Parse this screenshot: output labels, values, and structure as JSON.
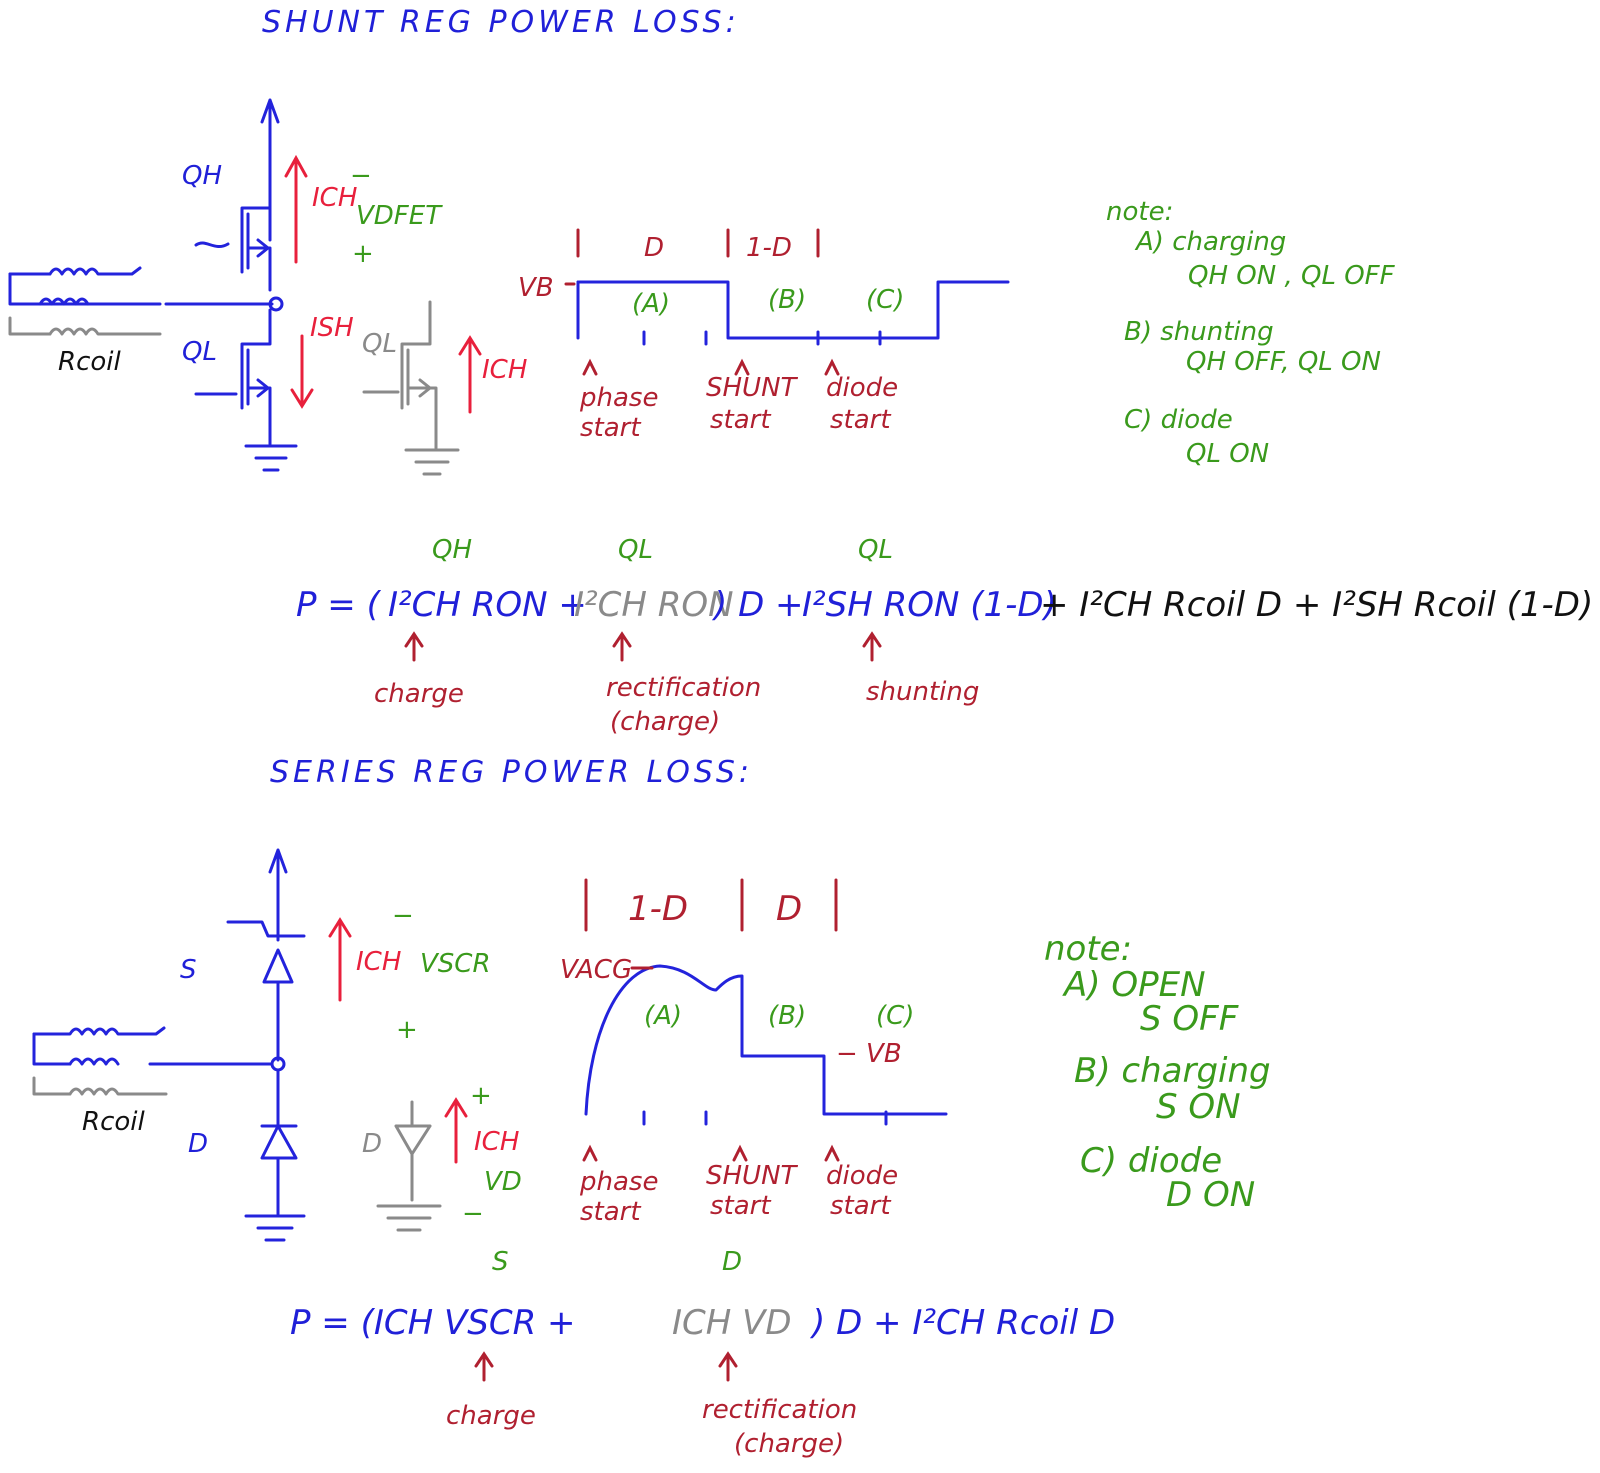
{
  "shunt": {
    "title": "SHUNT REG POWER LOSS:",
    "qh": "QH",
    "ql": "QL",
    "ql_gray": "QL",
    "rcoil": "Rcoil",
    "ich": "ICH",
    "ish": "ISH",
    "ich_gray": "ICH",
    "vdfet": "VDFET",
    "minus": "−",
    "plus": "+",
    "timing": {
      "D": "D",
      "one_minus_D": "1-D",
      "vb": "VB",
      "A": "(A)",
      "B": "(B)",
      "C": "(C)",
      "phase": "phase",
      "phase_start": "start",
      "shunt": "SHUNT",
      "shunt_start": "start",
      "diode": "diode",
      "diode_start": "start"
    },
    "note": {
      "title": "note:",
      "a1": "A) charging",
      "a2": "QH ON , QL OFF",
      "b1": "B) shunting",
      "b2": "QH OFF, QL ON",
      "c1": "C) diode",
      "c2": "QL ON"
    },
    "equation": {
      "top_qh": "QH",
      "top_ql1": "QL",
      "top_ql2": "QL",
      "p": "P = (",
      "t1": "I²CH RON +",
      "t2": "I²CH RON",
      "t3": ") D +",
      "t4": "I²SH RON (1-D)",
      "t5": "+ I²CH Rcoil D + I²SH Rcoil (1-D)",
      "charge": "charge",
      "rect1": "rectification",
      "rect2": "(charge)",
      "shunting": "shunting"
    }
  },
  "series": {
    "title": "SERIES REG POWER LOSS:",
    "s": "S",
    "d": "D",
    "d_gray": "D",
    "rcoil": "Rcoil",
    "ich": "ICH",
    "ich2": "ICH",
    "vscr": "VSCR",
    "vd": "VD",
    "minus": "−",
    "plus": "+",
    "timing": {
      "one_minus_D": "1-D",
      "D": "D",
      "vacg": "VACG",
      "vb": "− VB",
      "A": "(A)",
      "B": "(B)",
      "C": "(C)",
      "phase": "phase",
      "phase_start": "start",
      "shunt": "SHUNT",
      "shunt_start": "start",
      "diode": "diode",
      "diode_start": "start"
    },
    "note": {
      "title": "note:",
      "a1": "A) OPEN",
      "a2": "S OFF",
      "b1": "B) charging",
      "b2": "S ON",
      "c1": "C) diode",
      "c2": "D ON"
    },
    "equation": {
      "top_s": "S",
      "top_d": "D",
      "p": "P = (ICH VSCR +",
      "t2": "ICH VD",
      "t3": ") D + I²CH Rcoil D",
      "charge": "charge",
      "rect1": "rectification",
      "rect2": "(charge)"
    }
  },
  "colors": {
    "blue": "#2323dc",
    "red": "#b02030",
    "pink": "#e8203c",
    "green": "#3a9a1c",
    "gray": "#8a8a8a"
  }
}
